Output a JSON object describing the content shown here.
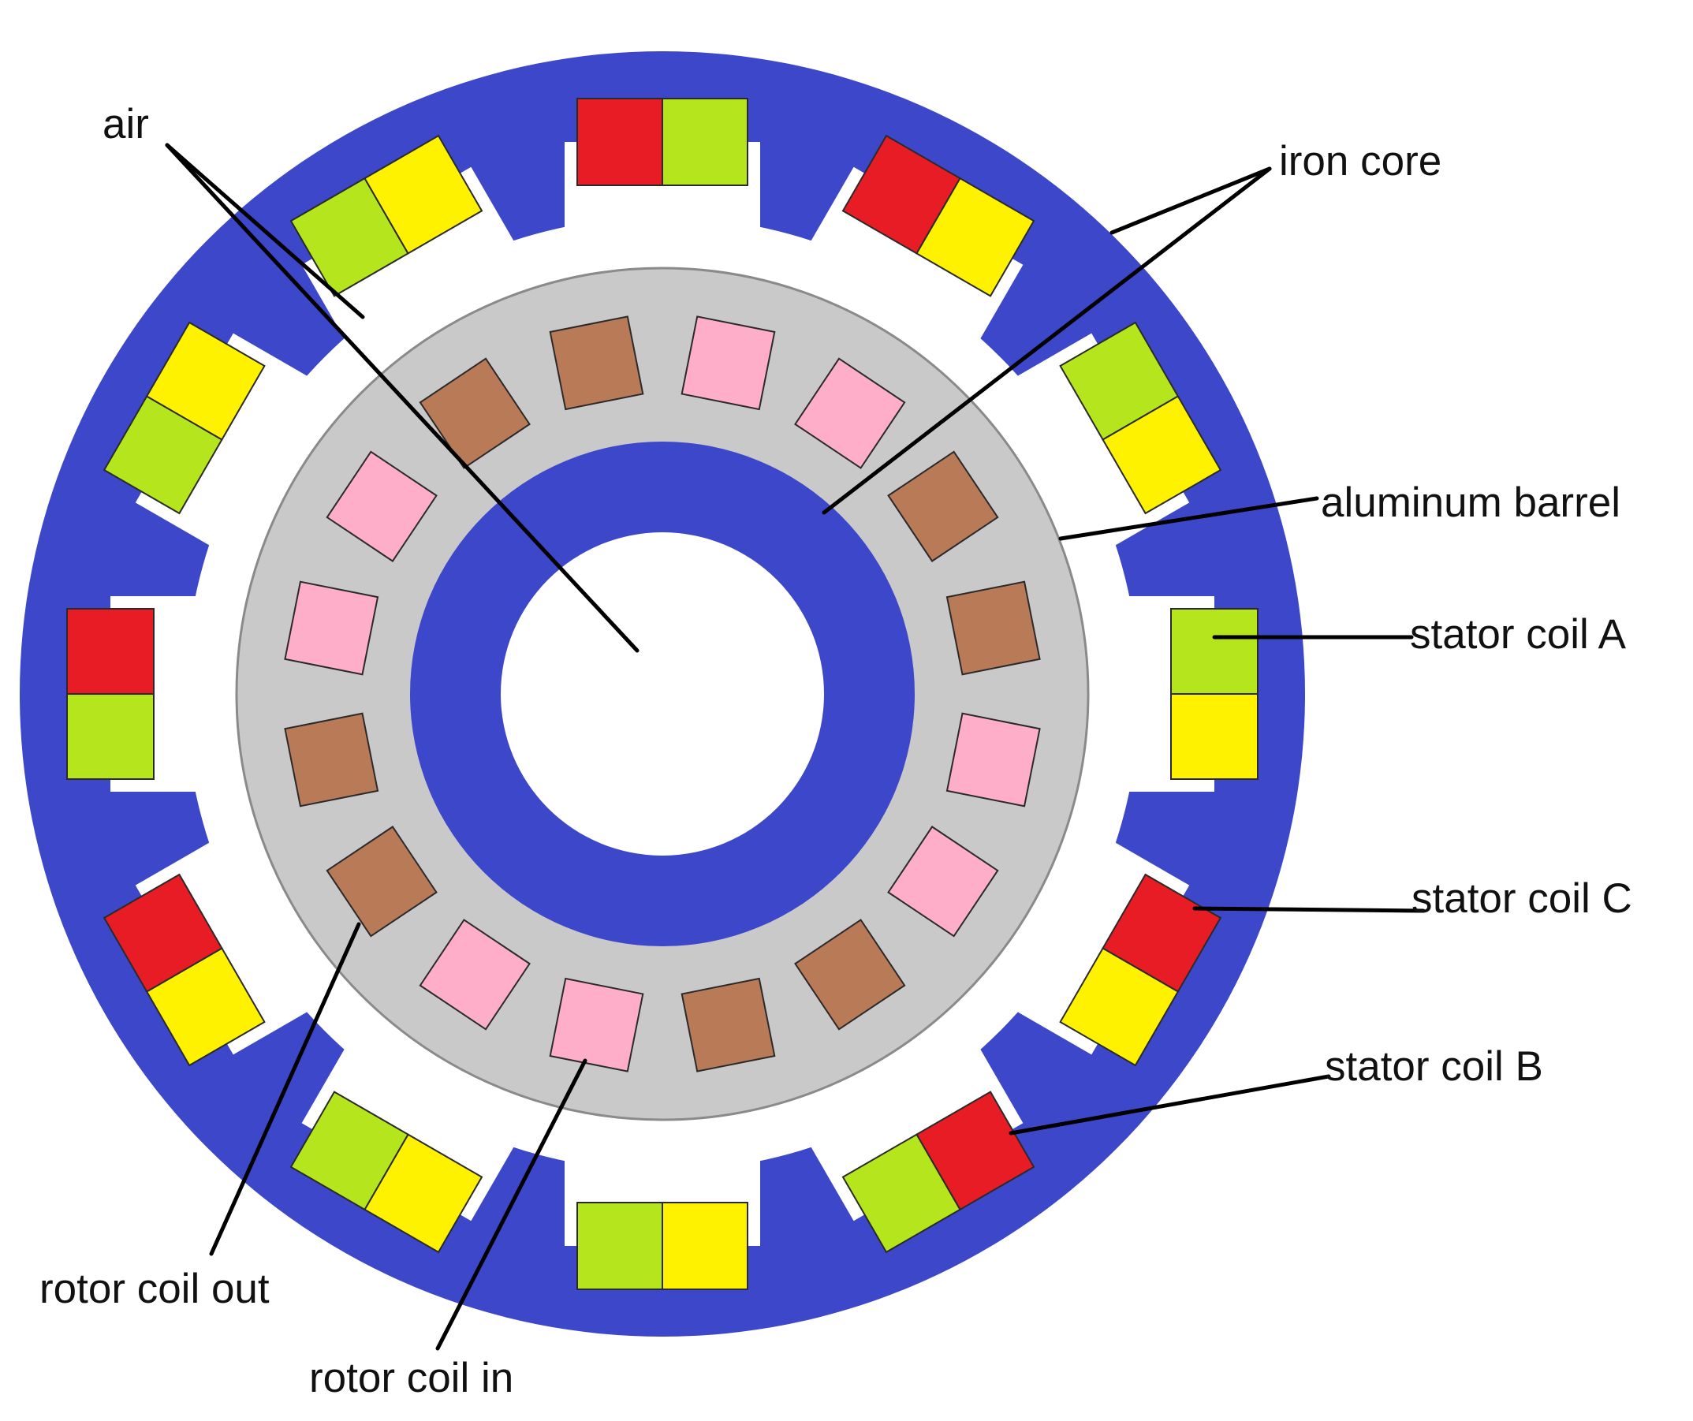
{
  "labels": {
    "air": "air",
    "iron_core": "iron core",
    "aluminum_barrel": "aluminum barrel",
    "stator_coil_a": "stator coil A",
    "stator_coil_c": "stator coil C",
    "stator_coil_b": "stator coil B",
    "rotor_coil_out": "rotor coil out",
    "rotor_coil_in": "rotor coil in"
  },
  "colors": {
    "iron_core": "#3d47c9",
    "aluminum_barrel": "#c9c9c9",
    "air": "#ffffff",
    "stator_coil_a": "#e81c24",
    "stator_coil_b": "#fff200",
    "stator_coil_c": "#b5e61d",
    "rotor_coil_out": "#b97a57",
    "rotor_coil_in": "#ffaec9"
  },
  "stator_slots": [
    {
      "outer": "a",
      "inner": "c"
    },
    {
      "outer": "a",
      "inner": "b"
    },
    {
      "outer": "c",
      "inner": "b"
    },
    {
      "outer": "c",
      "inner": "b"
    },
    {
      "outer": "a",
      "inner": "b"
    },
    {
      "outer": "a",
      "inner": "c"
    },
    {
      "outer": "b",
      "inner": "c"
    },
    {
      "outer": "b",
      "inner": "c"
    },
    {
      "outer": "b",
      "inner": "a"
    },
    {
      "outer": "c",
      "inner": "a"
    },
    {
      "outer": "c",
      "inner": "b"
    },
    {
      "outer": "c",
      "inner": "b"
    }
  ],
  "rotor_coils": [
    "in",
    "in",
    "out",
    "out",
    "in",
    "in",
    "out",
    "out",
    "in",
    "in",
    "out",
    "out",
    "in",
    "in",
    "out",
    "out"
  ]
}
